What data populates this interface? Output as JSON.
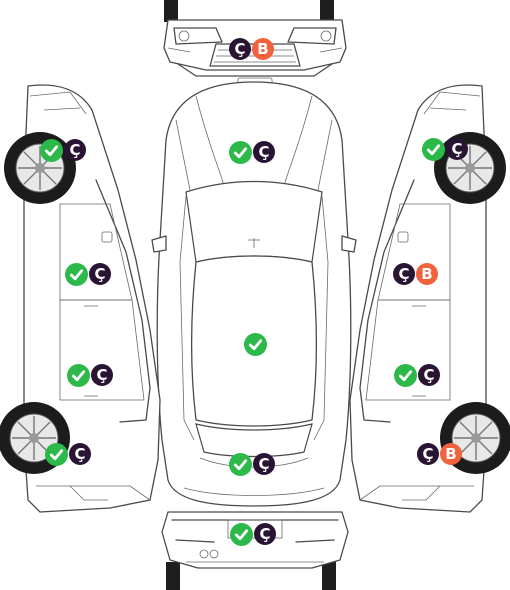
{
  "colors": {
    "check": "#2db84a",
    "cosmetic": "#2a1433",
    "body": "#f2623d",
    "badge_text": "#ffffff"
  },
  "legend_letters": {
    "cosmetic": "Ç",
    "body": "B"
  },
  "zones": [
    {
      "id": "front-bumper",
      "badges": [
        "cosmetic",
        "body"
      ]
    },
    {
      "id": "hood",
      "badges": [
        "check",
        "cosmetic"
      ]
    },
    {
      "id": "left-front-fender",
      "badges": [
        "check",
        "cosmetic"
      ]
    },
    {
      "id": "left-front-door",
      "badges": [
        "check",
        "cosmetic"
      ]
    },
    {
      "id": "roof",
      "badges": [
        "check"
      ]
    },
    {
      "id": "left-rear-door",
      "badges": [
        "check",
        "cosmetic"
      ]
    },
    {
      "id": "left-rear-fender",
      "badges": [
        "check",
        "cosmetic"
      ]
    },
    {
      "id": "right-front-fender",
      "badges": [
        "check",
        "cosmetic"
      ]
    },
    {
      "id": "right-front-door",
      "badges": [
        "cosmetic",
        "body"
      ]
    },
    {
      "id": "right-rear-door",
      "badges": [
        "check",
        "cosmetic"
      ]
    },
    {
      "id": "right-rear-fender",
      "badges": [
        "cosmetic",
        "body"
      ]
    },
    {
      "id": "trunk",
      "badges": [
        "check",
        "cosmetic"
      ]
    },
    {
      "id": "rear-bumper",
      "badges": [
        "check",
        "cosmetic"
      ]
    }
  ]
}
